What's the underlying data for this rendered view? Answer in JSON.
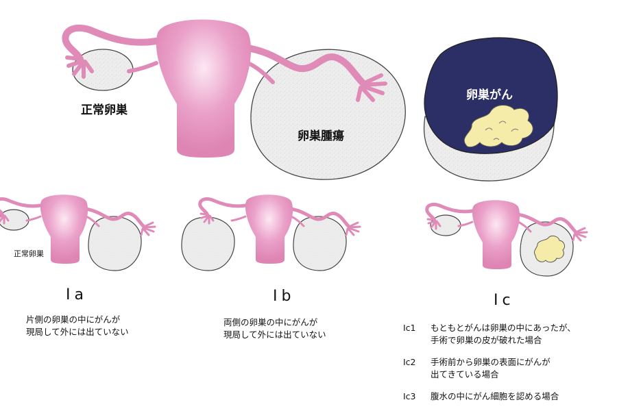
{
  "top": {
    "normal_label": "正常卵巣",
    "tumor_label": "卵巣腫瘍",
    "cancer_label": "卵巣がん"
  },
  "panels": [
    {
      "stage": "Ⅰa",
      "normal_label": "正常卵巣",
      "description_lines": [
        "片側の卵巣の中にがんが",
        "現局して外には出ていない"
      ]
    },
    {
      "stage": "Ⅰb",
      "description_lines": [
        "両側の卵巣の中にがんが",
        "現局して外には出ていない"
      ]
    },
    {
      "stage": "Ⅰc",
      "substages": [
        {
          "code": "Ⅰc1",
          "lines": [
            "もともとがんは卵巣の中にあったが、",
            "手術で卵巣の皮が破れた場合"
          ]
        },
        {
          "code": "Ⅰc2",
          "lines": [
            "手術前から卵巣の表面にがんが",
            "出てきている場合"
          ]
        },
        {
          "code": "Ⅰc3",
          "lines": [
            "腹水の中にがん細胞を認める場合"
          ]
        }
      ]
    }
  ],
  "colors": {
    "uterus_pink": "#e08ab8",
    "uterus_highlight": "#fde8f4",
    "ovary_gray": "#ececec",
    "cancer_navy": "#2c2f66",
    "cancer_yellow": "#f4eca8",
    "outline": "#444444"
  }
}
